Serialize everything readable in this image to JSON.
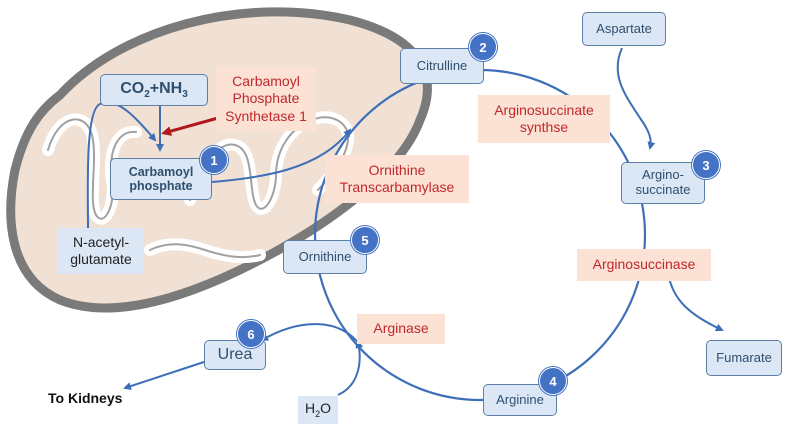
{
  "colors": {
    "cycle_line": "#3d6fb8",
    "box_fill": "#dbe7f5",
    "box_border": "#5b7fa6",
    "enzyme_fill": "#fbe2d4",
    "enzyme_text": "#c0282d",
    "badge_fill": "#4472c4",
    "mito_fill": "#f1e1d4",
    "mito_stroke": "#6b6b6b",
    "arrow_red": "#b0181d"
  },
  "molecules": {
    "co2_nh3": {
      "co": "CO",
      "sub2": "2",
      "plus_nh": "+NH",
      "sub3": "3"
    },
    "carbamoyl_phosphate": {
      "line1": "Carbamoyl",
      "line2": "phosphate",
      "badge": "1"
    },
    "n_acetyl_glutamate": {
      "line1": "N-acetyl-",
      "line2": "glutamate"
    },
    "citrulline": {
      "label": "Citrulline",
      "badge": "2"
    },
    "aspartate": {
      "label": "Aspartate"
    },
    "argininosuccinate": {
      "line1": "Argino-",
      "line2": "succinate",
      "badge": "3"
    },
    "fumarate": {
      "label": "Fumarate"
    },
    "arginine": {
      "label": "Arginine",
      "badge": "4"
    },
    "ornithine": {
      "label": "Ornithine",
      "badge": "5"
    },
    "urea": {
      "label": "Urea",
      "badge": "6"
    },
    "water": {
      "h": "H",
      "sub": "2",
      "o": "O"
    }
  },
  "enzymes": {
    "cps1": {
      "line1": "Carbamoyl",
      "line2": "Phosphate",
      "line3": "Synthetase 1"
    },
    "asl_synth": {
      "line1": "Arginosuccinate",
      "line2": "synthse"
    },
    "otc": {
      "line1": "Ornithine",
      "line2": "Transcarbamylase"
    },
    "asl": {
      "label": "Arginosuccinase"
    },
    "arginase": {
      "label": "Arginase"
    }
  },
  "to_kidneys": "To Kidneys"
}
